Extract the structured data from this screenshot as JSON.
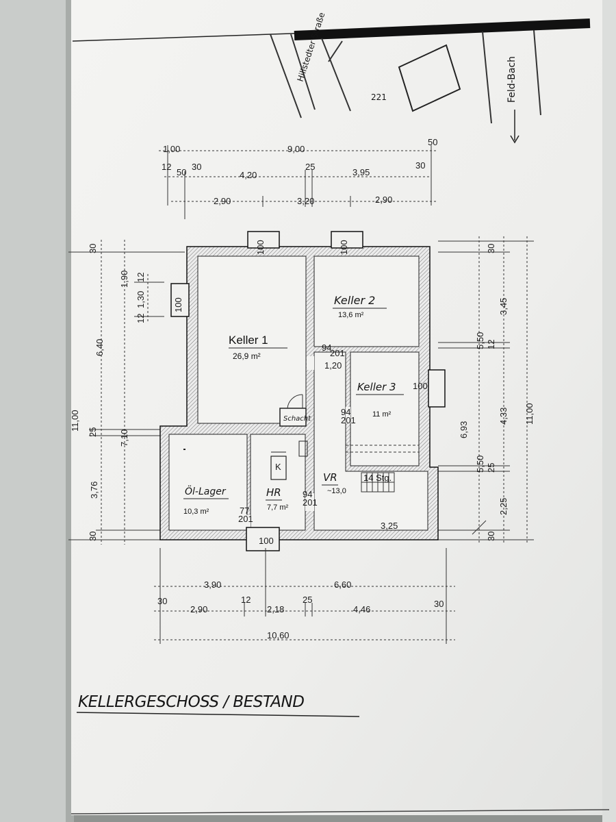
{
  "site": {
    "street_label": "Hillstedter Straße",
    "parcel_number": "221",
    "stream_label": "Feld-Bach"
  },
  "top_dims": {
    "row1": [
      "1,00",
      "9,00",
      "50"
    ],
    "row2": [
      "12",
      "50",
      "30",
      "4,20",
      "25",
      "3,95",
      "30"
    ],
    "row3": [
      "2,90",
      "3,20",
      "2,90"
    ]
  },
  "bottom_dims": {
    "row1": [
      "3,90",
      "6,60"
    ],
    "row2": [
      "30",
      "2,90",
      "12",
      "2,18",
      "25",
      "4,46",
      "30"
    ],
    "total": "10,60"
  },
  "left_dims": {
    "outer": [
      "30",
      "6,40",
      "25",
      "3,76",
      "30"
    ],
    "total": "11,00",
    "inner": [
      "1,90",
      "12",
      "1,30",
      "12",
      "7,10"
    ]
  },
  "right_dims": {
    "outer": [
      "30",
      "3,45",
      "12",
      "4,33",
      "25",
      "2,25",
      "30"
    ],
    "total": "11,00",
    "inner": [
      "5,50",
      "5,50",
      "6,93"
    ]
  },
  "rooms": [
    {
      "name": "Keller 1",
      "area": "26,9 m²"
    },
    {
      "name": "Keller 2",
      "area": "13,6 m²"
    },
    {
      "name": "Keller 3",
      "area": "11 m²"
    },
    {
      "name": "Öl-Lager",
      "area": "10,3 m²"
    },
    {
      "name": "HR",
      "area": "7,7 m²"
    },
    {
      "name": "VR",
      "area": "~13,0"
    }
  ],
  "details": {
    "window_size": "100",
    "door_k2": [
      "94",
      "201"
    ],
    "door_k1_width": "1,20",
    "door_k3": [
      "94",
      "201"
    ],
    "door_hr": [
      "94",
      "201"
    ],
    "door_ol": [
      "77",
      "201"
    ],
    "shaft_label": "Schacht",
    "boiler_label": "K",
    "stair_label": "14 Stg.",
    "vr_inner_dim": "3,25"
  },
  "plan_title": "KELLERGESCHOSS / BESTAND"
}
